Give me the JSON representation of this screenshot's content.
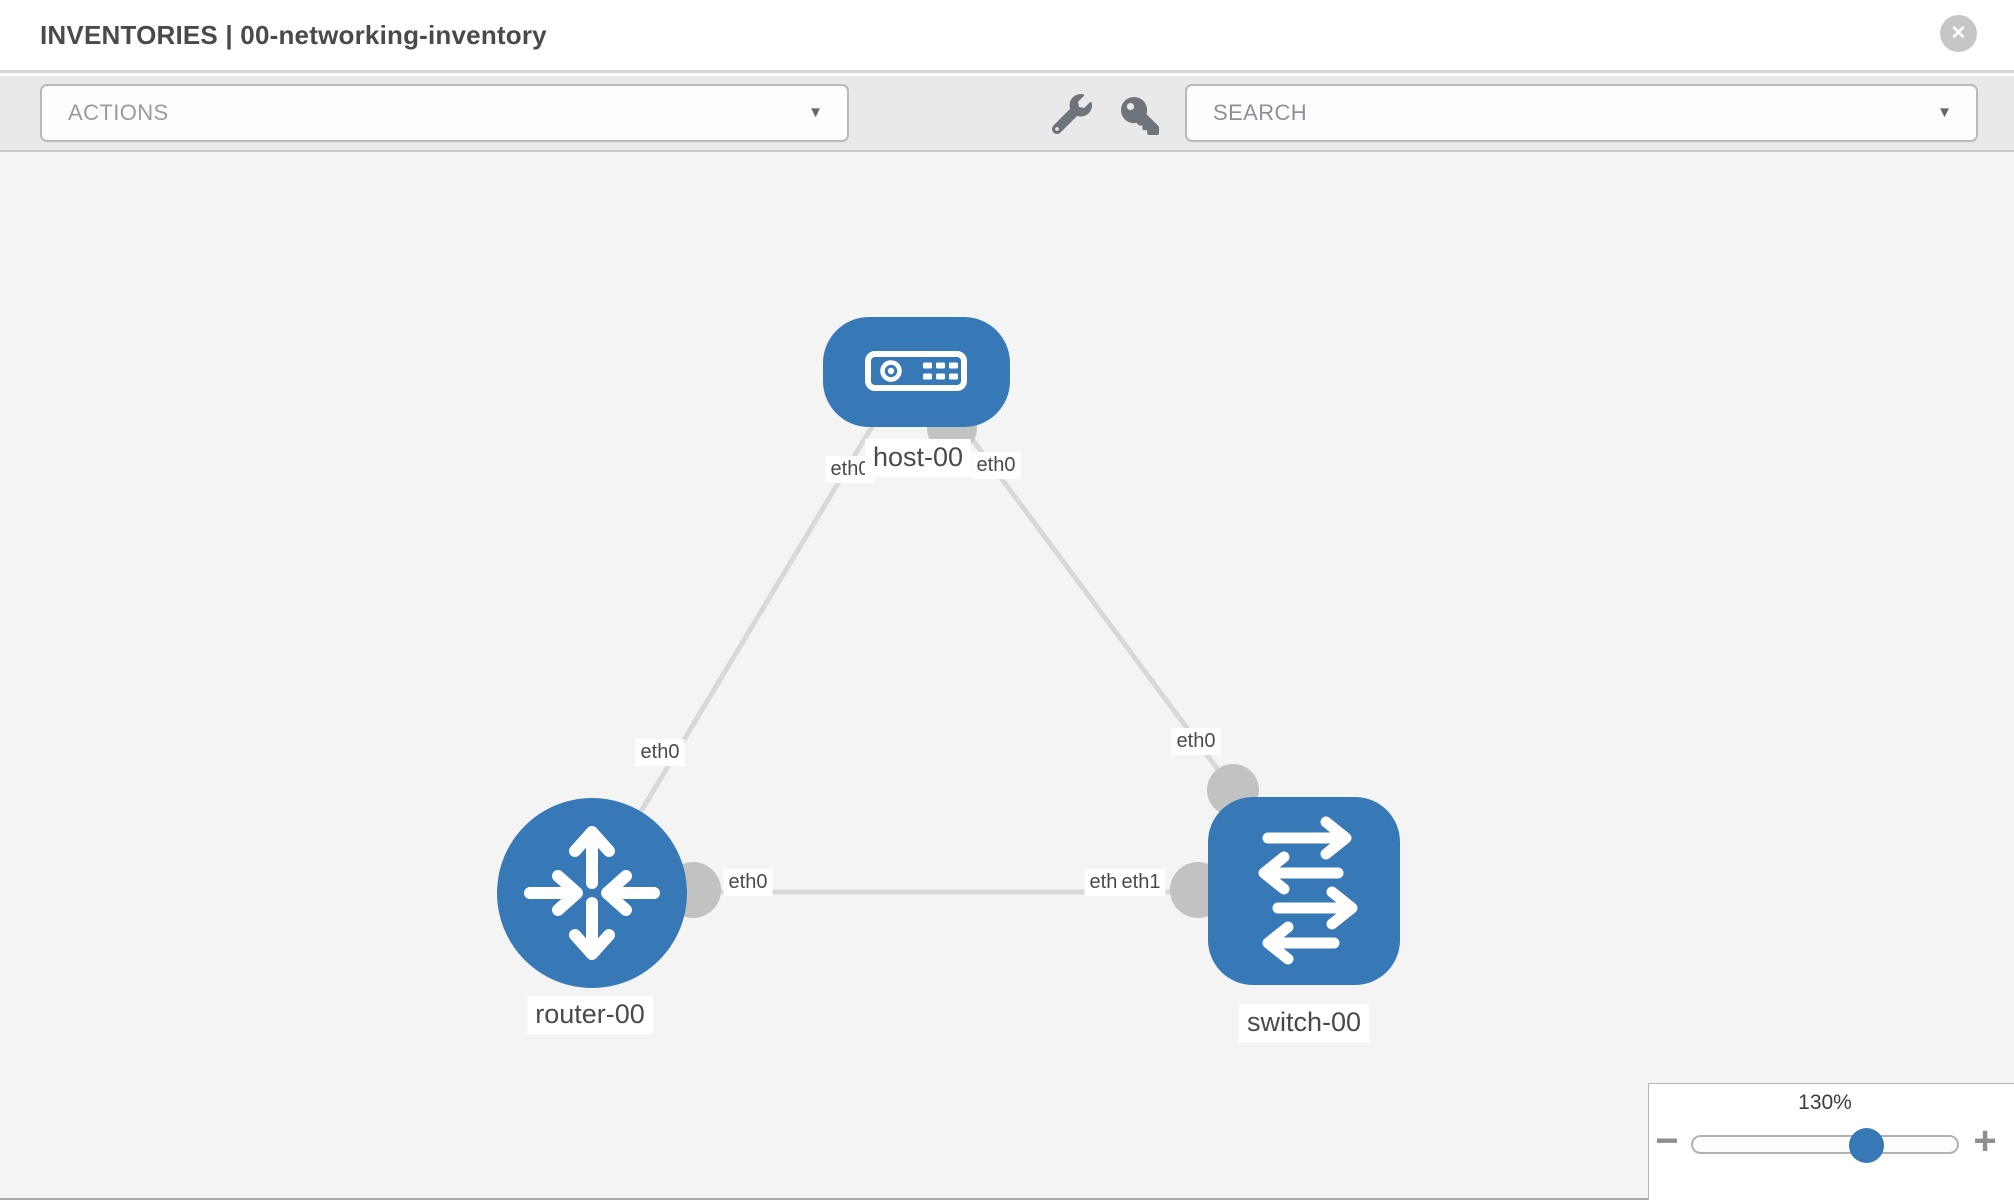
{
  "header": {
    "title": "INVENTORIES | 00-networking-inventory"
  },
  "icons": {
    "close": "✕",
    "dropdown_caret": "▼",
    "zoom_out": "−",
    "zoom_in": "+"
  },
  "toolbar": {
    "actions_label": "ACTIONS",
    "search_label": "SEARCH"
  },
  "topology": {
    "nodes": [
      {
        "label": "host-00",
        "type": "host"
      },
      {
        "label": "router-00",
        "type": "router"
      },
      {
        "label": "switch-00",
        "type": "switch"
      }
    ],
    "links": [
      {
        "from": "host-00",
        "from_interface": "eth0",
        "to": "router-00",
        "to_interface": "eth0"
      },
      {
        "from": "host-00",
        "from_interface": "eth0",
        "to": "switch-00",
        "to_interface": "eth0"
      },
      {
        "from": "router-00",
        "from_interface": "eth0",
        "to": "switch-00",
        "to_interface": "eth1"
      }
    ],
    "iface_labels": [
      "eth0",
      "eth0",
      "eth0",
      "eth0",
      "eth0",
      "eth0",
      "eth1"
    ]
  },
  "zoom_control": {
    "level": "130%"
  },
  "colors": {
    "node_blue": "#3779b7",
    "link_gray": "#d8d8d8",
    "connector_gray": "#c2c2c2",
    "canvas_bg": "#f4f4f4"
  }
}
